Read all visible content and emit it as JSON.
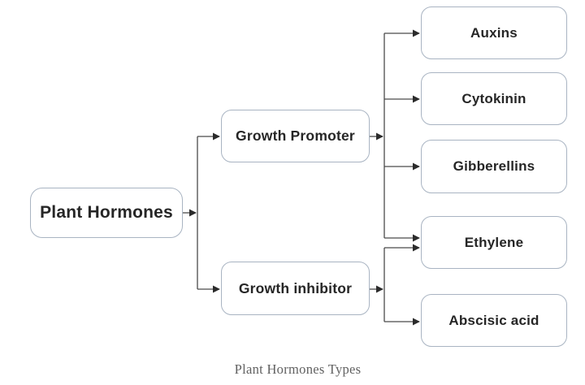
{
  "diagram": {
    "root": {
      "label": "Plant Hormones"
    },
    "branches": [
      {
        "label": "Growth Promoter"
      },
      {
        "label": "Growth inhibitor"
      }
    ],
    "leaves": [
      {
        "label": "Auxins"
      },
      {
        "label": "Cytokinin"
      },
      {
        "label": "Gibberellins"
      },
      {
        "label": "Ethylene"
      },
      {
        "label": "Abscisic acid"
      }
    ],
    "caption": "Plant Hormones Types"
  },
  "colors": {
    "background": "#ffffff",
    "box_border": "#a9b4c2",
    "box_fill": "#ffffff",
    "connector": "#4a4a4a",
    "arrowhead": "#2b2b2b",
    "node_text": "#262626",
    "caption_text": "#616161"
  }
}
